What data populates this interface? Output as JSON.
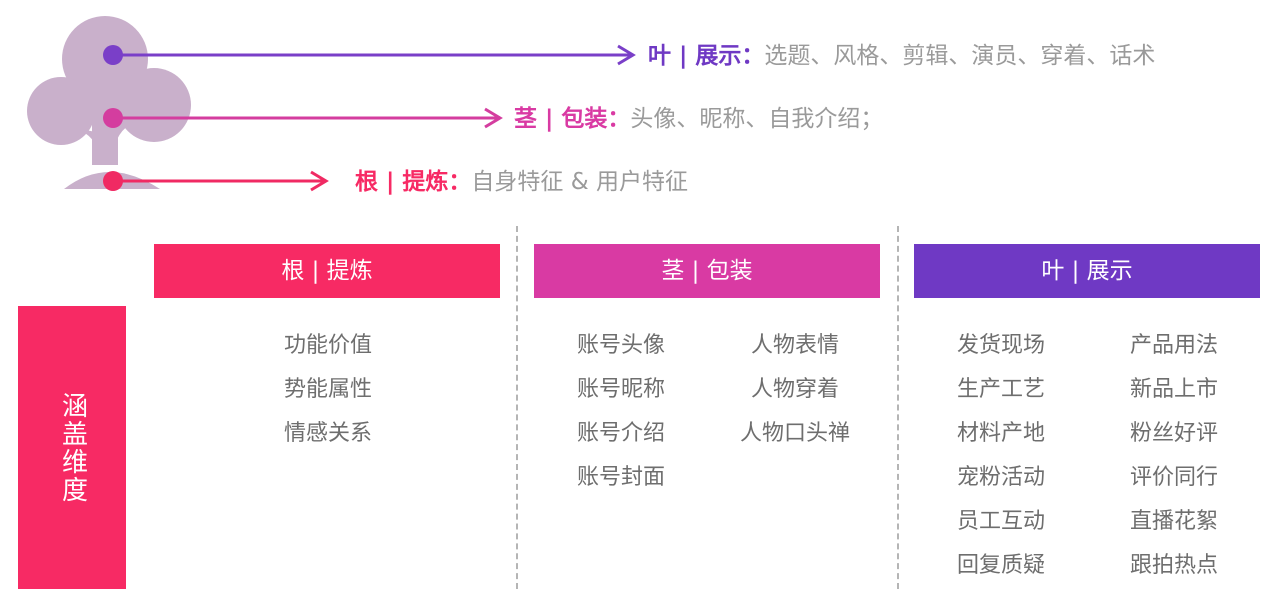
{
  "colors": {
    "root": "#f72a64",
    "stem": "#d93aa3",
    "leaf": "#6f39c4",
    "tree": "#c9b0cb",
    "arrow_leaf": "#7a3fc8",
    "arrow_stem": "#d43d9f",
    "arrow_root": "#f02a63"
  },
  "pointers": {
    "leaf": {
      "label": "叶 | 展示：",
      "desc": "选题、风格、剪辑、演员、穿着、话术"
    },
    "stem": {
      "label": "茎 | 包装：",
      "desc": "头像、昵称、自我介绍；"
    },
    "root": {
      "label": "根 | 提炼：",
      "desc": "自身特征 & 用户特征"
    }
  },
  "side_label": "涵盖维度",
  "columns": {
    "root": {
      "header": "根 | 提炼",
      "col1": [
        "功能价值",
        "势能属性",
        "情感关系"
      ]
    },
    "stem": {
      "header": "茎 | 包装",
      "col1": [
        "账号头像",
        "账号昵称",
        "账号介绍",
        "账号封面"
      ],
      "col2": [
        "人物表情",
        "人物穿着",
        "人物口头禅"
      ]
    },
    "leaf": {
      "header": "叶 | 展示",
      "col1": [
        "发货现场",
        "生产工艺",
        "材料产地",
        "宠粉活动",
        "员工互动",
        "回复质疑"
      ],
      "col2": [
        "产品用法",
        "新品上市",
        "粉丝好评",
        "评价同行",
        "直播花絮",
        "跟拍热点"
      ]
    }
  }
}
